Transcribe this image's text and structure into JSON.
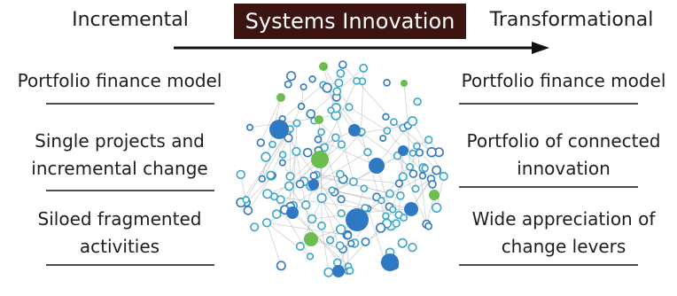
{
  "header": {
    "left_label": "Incremental",
    "title": "Systems Innovation",
    "right_label": "Transformational"
  },
  "colors": {
    "title_bg": "#3c1511",
    "node_blue": "#2f78c4",
    "node_teal": "#3aa7c9",
    "node_green": "#6cbd4e",
    "edge": "#b5b5b5"
  },
  "left_column": [
    {
      "lines": [
        "Portfolio finance model"
      ]
    },
    {
      "lines": [
        "Single projects and",
        "incremental change"
      ]
    },
    {
      "lines": [
        "Siloed fragmented",
        "activities"
      ]
    }
  ],
  "right_column": [
    {
      "lines": [
        "Portfolio finance model"
      ]
    },
    {
      "lines": [
        "Portfolio of connected",
        "innovation"
      ]
    },
    {
      "lines": [
        "Wide appreciation of",
        "change levers"
      ]
    }
  ]
}
